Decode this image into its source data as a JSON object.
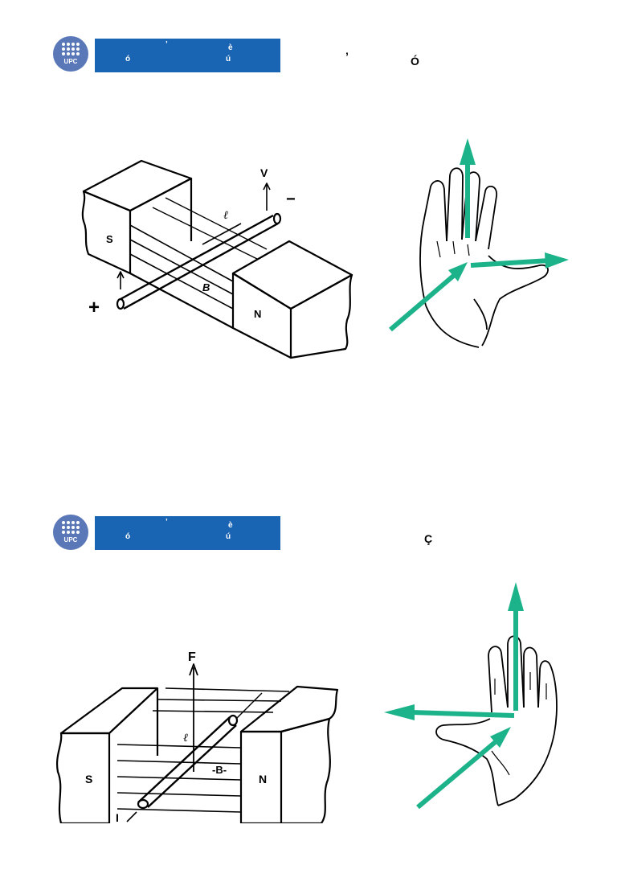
{
  "logo": {
    "text": "UPC"
  },
  "slide1": {
    "banner": {
      "chars": [
        "’",
        "è",
        "ó",
        "ú"
      ]
    },
    "heading": {
      "part1": "’",
      "part2": "Ó"
    },
    "diagram": {
      "label_s": "S",
      "label_n": "N",
      "label_b": "B",
      "label_l": "ℓ",
      "label_v": "V",
      "label_plus": "+",
      "label_minus": "−"
    }
  },
  "slide2": {
    "banner": {
      "chars": [
        "’",
        "è",
        "ó",
        "ú"
      ]
    },
    "heading": {
      "char": "Ç"
    },
    "diagram": {
      "label_s": "S",
      "label_n": "N",
      "label_b": "-B-",
      "label_l": "ℓ",
      "label_f": "F",
      "label_i": "I"
    }
  },
  "colors": {
    "banner": "#1a64b4",
    "logo": "#5a78b8",
    "arrow": "#1db38a"
  }
}
